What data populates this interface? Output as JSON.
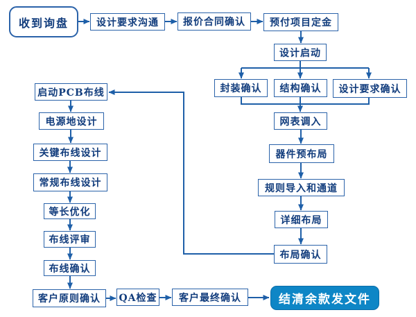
{
  "colors": {
    "line": "#1e5fa8",
    "box-border": "#2a62a9",
    "text": "#123d7d",
    "end-fill": "#0e86c6",
    "end-border": "#0a6ca8",
    "end-text": "#ffffff",
    "bg": "#ffffff"
  },
  "nodes": {
    "receive_inquiry": {
      "label": "收到询盘"
    },
    "design_req_comm": {
      "label": "设计要求沟通"
    },
    "quote_contract_confirm": {
      "label": "报价合同确认"
    },
    "prepay_deposit": {
      "label": "预付项目定金"
    },
    "design_start": {
      "label": "设计启动"
    },
    "package_confirm": {
      "label": "封装确认"
    },
    "structure_confirm": {
      "label": "结构确认"
    },
    "design_req_confirm": {
      "label": "设计要求确认"
    },
    "netlist_import": {
      "label": "网表调入"
    },
    "component_prelayout": {
      "label": "器件预布局"
    },
    "rule_import_channel": {
      "label": "规则导入和通道"
    },
    "detailed_layout": {
      "label": "详细布局"
    },
    "layout_confirm": {
      "label": "布局确认"
    },
    "start_pcb_routing": {
      "label": "启动PCB布线"
    },
    "power_ground_design": {
      "label": "电源地设计"
    },
    "critical_routing_design": {
      "label": "关键布线设计"
    },
    "general_routing_design": {
      "label": "常规布线设计"
    },
    "length_matching": {
      "label": "等长优化"
    },
    "routing_review": {
      "label": "布线评审"
    },
    "routing_confirm": {
      "label": "布线确认"
    },
    "customer_principle_confirm": {
      "label": "客户原则确认"
    },
    "qa_check": {
      "label": "QA检查"
    },
    "customer_final_confirm": {
      "label": "客户最终确认"
    },
    "settle_payment_deliver": {
      "label": "结清余款发文件"
    }
  },
  "edges": [
    {
      "from": "receive_inquiry",
      "to": "design_req_comm"
    },
    {
      "from": "design_req_comm",
      "to": "quote_contract_confirm"
    },
    {
      "from": "quote_contract_confirm",
      "to": "prepay_deposit"
    },
    {
      "from": "prepay_deposit",
      "to": "design_start"
    },
    {
      "from": "design_start",
      "to": "package_confirm"
    },
    {
      "from": "design_start",
      "to": "structure_confirm"
    },
    {
      "from": "design_start",
      "to": "design_req_confirm"
    },
    {
      "from": "package_confirm",
      "to": "netlist_import"
    },
    {
      "from": "structure_confirm",
      "to": "netlist_import"
    },
    {
      "from": "design_req_confirm",
      "to": "netlist_import"
    },
    {
      "from": "netlist_import",
      "to": "component_prelayout"
    },
    {
      "from": "component_prelayout",
      "to": "rule_import_channel"
    },
    {
      "from": "rule_import_channel",
      "to": "detailed_layout"
    },
    {
      "from": "detailed_layout",
      "to": "layout_confirm"
    },
    {
      "from": "layout_confirm",
      "to": "start_pcb_routing"
    },
    {
      "from": "start_pcb_routing",
      "to": "power_ground_design"
    },
    {
      "from": "power_ground_design",
      "to": "critical_routing_design"
    },
    {
      "from": "critical_routing_design",
      "to": "general_routing_design"
    },
    {
      "from": "general_routing_design",
      "to": "length_matching"
    },
    {
      "from": "length_matching",
      "to": "routing_review"
    },
    {
      "from": "routing_review",
      "to": "routing_confirm"
    },
    {
      "from": "routing_confirm",
      "to": "customer_principle_confirm"
    },
    {
      "from": "customer_principle_confirm",
      "to": "qa_check"
    },
    {
      "from": "qa_check",
      "to": "customer_final_confirm"
    },
    {
      "from": "customer_final_confirm",
      "to": "settle_payment_deliver"
    }
  ]
}
